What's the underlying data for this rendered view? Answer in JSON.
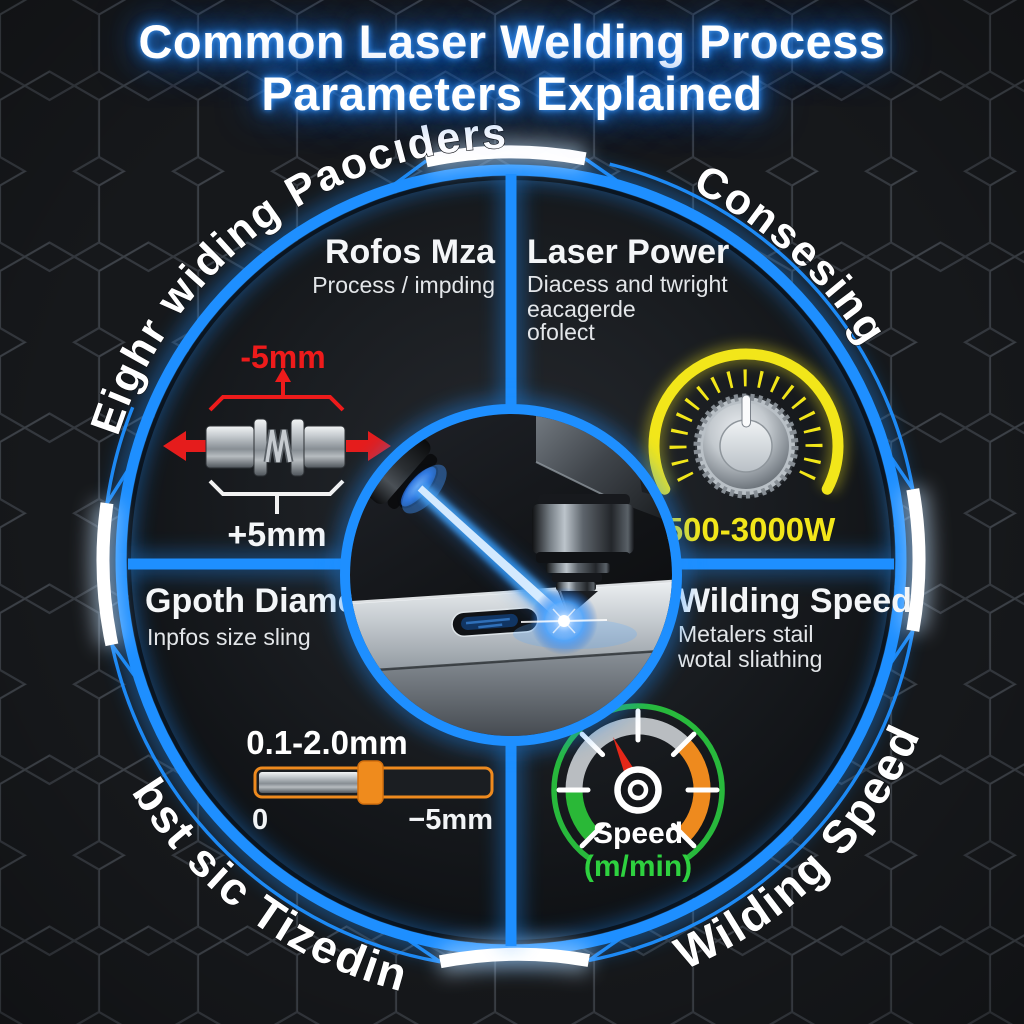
{
  "title": {
    "line1": "Common Laser Welding Process",
    "line2": "Parameters Explained"
  },
  "rim_labels": {
    "top_left": "Eighr widing Paocıders",
    "top_right": "Consesing",
    "bottom_left": "Pbst sic Tizeding",
    "bottom_right": "Wilding Speed"
  },
  "quadrants": {
    "focus": {
      "heading": "Rofos Mza",
      "subtitle": "Process / impding",
      "minus_label": "-5mm",
      "plus_label": "+5mm",
      "icon": "shaft-spring-diagram"
    },
    "power": {
      "heading": "Laser Power",
      "subtitle_lines": [
        "Diacess and twright",
        "eacagerde",
        "ofolect"
      ],
      "range_label": "500-3000W",
      "icon": "power-dial-knob"
    },
    "diameter": {
      "heading": "Gpoth Diameter",
      "subtitle": "Inpfos size sling",
      "range_label": "0.1-2.0mm",
      "min_label": "0",
      "max_label": "−5mm",
      "icon": "diameter-slider"
    },
    "speed": {
      "heading": "Wilding Speed",
      "subtitle_lines": [
        "Metalers stail",
        "wotal sliathing"
      ],
      "gauge_label": "Speed",
      "gauge_unit": "(m/min)",
      "icon": "speedometer-gauge"
    }
  },
  "center": {
    "illustration": "laser-welding-head"
  },
  "colors": {
    "accent_blue": "#1e8fff",
    "red": "#ee1b1b",
    "yellow": "#f2e61a",
    "orange": "#ef8b1d",
    "green": "#2bc142",
    "white": "#ffffff"
  }
}
